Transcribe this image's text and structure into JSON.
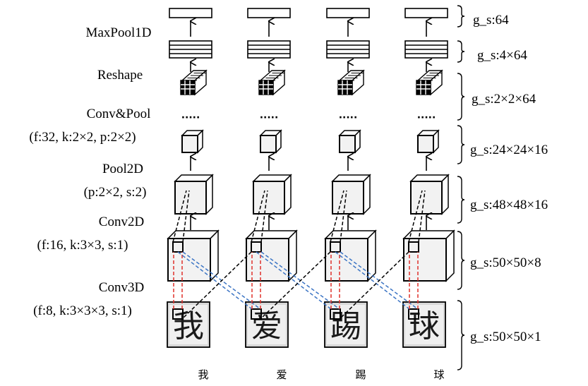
{
  "left_labels": {
    "maxpool1d": "MaxPool1D",
    "reshape": "Reshape",
    "conv_pool_title": "Conv&Pool",
    "conv_pool_params": "(f:32, k:2×2, p:2×2)",
    "pool2d_title": "Pool2D",
    "pool2d_params": "(p:2×2, s:2)",
    "conv2d_title": "Conv2D",
    "conv2d_params": "(f:16, k:3×3, s:1)",
    "conv3d_title": "Conv3D",
    "conv3d_params": "(f:8, k:3×3×3, s:1)"
  },
  "right_labels": {
    "s64": "g_s:64",
    "s4x64": "g_s:4×64",
    "s2x2x64": "g_s:2×2×64",
    "s24": "g_s:24×24×16",
    "s48": "g_s:48×48×16",
    "s50x8": "g_s:50×50×8",
    "s50x1": "g_s:50×50×1"
  },
  "ellipsis": "·····",
  "characters": [
    "我",
    "爱",
    "踢",
    "球"
  ],
  "colors": {
    "red_dash": "#e0302a",
    "blue_dash": "#3b74c4",
    "black_dash": "#000000",
    "cube_face": "#f2f2f2",
    "image_bg": "#d8d8d8"
  }
}
